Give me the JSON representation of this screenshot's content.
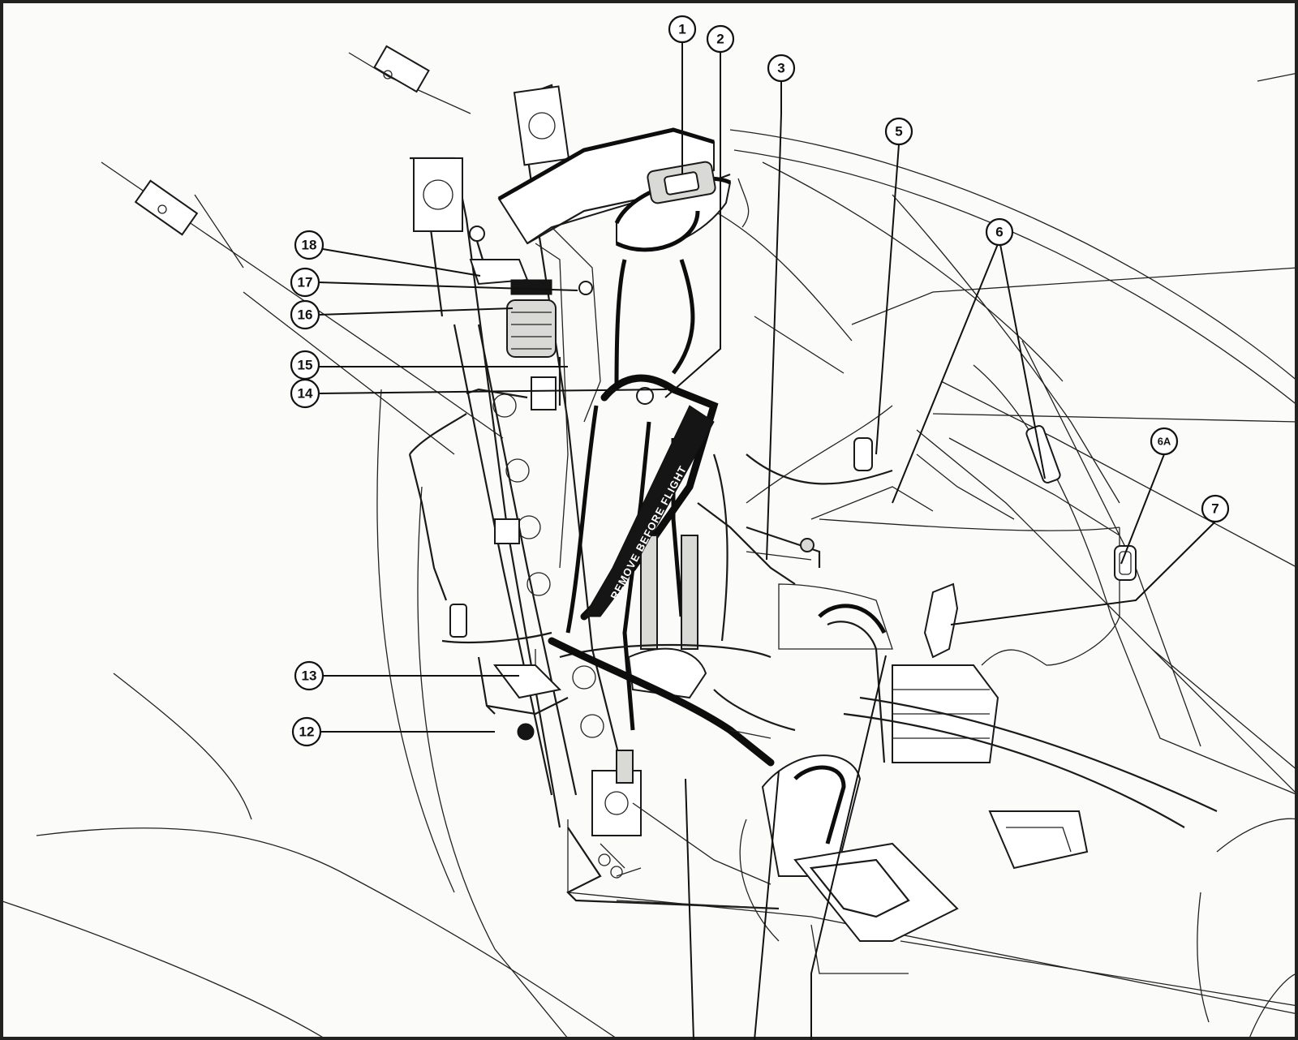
{
  "callouts": [
    {
      "label": "1"
    },
    {
      "label": "2"
    },
    {
      "label": "3"
    },
    {
      "label": "5"
    },
    {
      "label": "6"
    },
    {
      "label": "6A"
    },
    {
      "label": "7"
    },
    {
      "label": "12"
    },
    {
      "label": "13"
    },
    {
      "label": "14"
    },
    {
      "label": "15"
    },
    {
      "label": "16"
    },
    {
      "label": "17"
    },
    {
      "label": "18"
    }
  ],
  "strap_text": "REMOVE BEFORE FLIGHT",
  "colors": {
    "ink": "#111111",
    "paper": "#fbfbf9"
  }
}
